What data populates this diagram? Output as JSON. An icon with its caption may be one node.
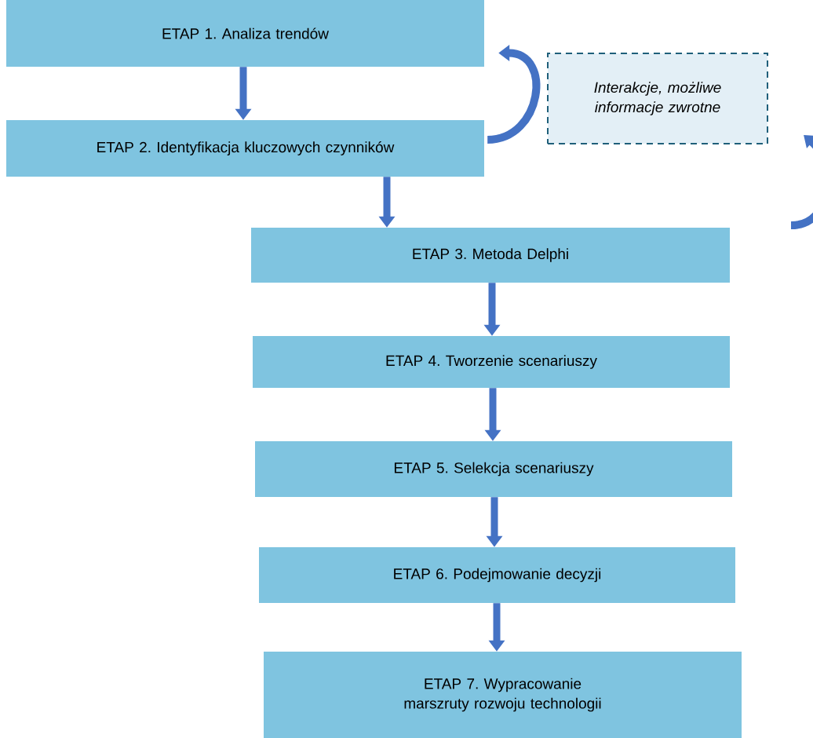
{
  "diagram": {
    "nodes": [
      {
        "text": [
          "ETAP 1. Analiza trendów"
        ]
      },
      {
        "text": [
          "ETAP 2. Identyfikacja kluczowych czynników"
        ]
      },
      {
        "text": [
          "ETAP 3. Metoda Delphi"
        ]
      },
      {
        "text": [
          "ETAP 4. Tworzenie scenariuszy"
        ]
      },
      {
        "text": [
          "ETAP 5. Selekcja scenariuszy"
        ]
      },
      {
        "text": [
          "ETAP 6. Podejmowanie decyzji"
        ]
      },
      {
        "text": [
          "ETAP 7. Wypracowanie marszruty rozwoju technologii"
        ]
      },
      {
        "text": [
          "Interakcje, możliwe informacje zwrotne"
        ]
      }
    ],
    "edges": [
      {
        "from": 0,
        "to": 1,
        "arrow": "to"
      },
      {
        "from": 1,
        "to": 2,
        "arrow": "to"
      },
      {
        "from": 2,
        "to": 3,
        "arrow": "to"
      },
      {
        "from": 3,
        "to": 4,
        "arrow": "to"
      },
      {
        "from": 4,
        "to": 5,
        "arrow": "to"
      },
      {
        "from": 5,
        "to": 6,
        "arrow": "to"
      },
      {
        "from": 1,
        "to": 0,
        "arrow": "to"
      }
    ]
  }
}
